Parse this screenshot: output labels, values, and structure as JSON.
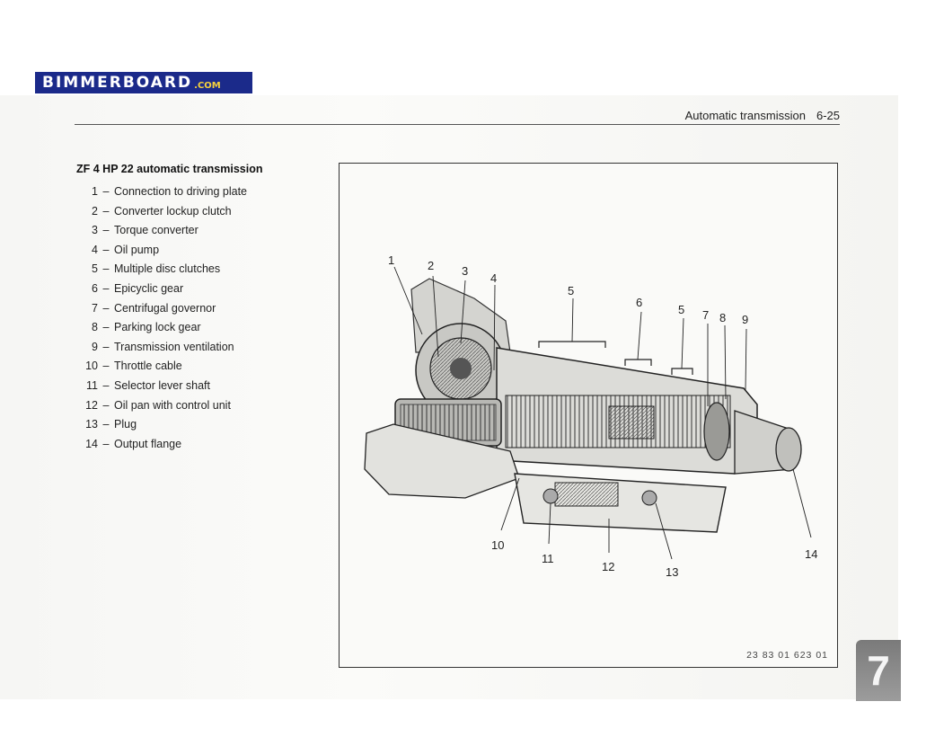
{
  "logo": {
    "main": "BIMMERBOARD",
    "tld": ".COM"
  },
  "running_head": {
    "section": "Automatic transmission",
    "page": "6-25"
  },
  "legend": {
    "title": "ZF 4 HP 22 automatic transmission",
    "items": [
      {
        "num": "1",
        "label": "Connection to driving plate"
      },
      {
        "num": "2",
        "label": "Converter lockup clutch"
      },
      {
        "num": "3",
        "label": "Torque converter"
      },
      {
        "num": "4",
        "label": "Oil pump"
      },
      {
        "num": "5",
        "label": "Multiple disc clutches"
      },
      {
        "num": "6",
        "label": "Epicyclic gear"
      },
      {
        "num": "7",
        "label": "Centrifugal governor"
      },
      {
        "num": "8",
        "label": "Parking lock gear"
      },
      {
        "num": "9",
        "label": "Transmission ventilation"
      },
      {
        "num": "10",
        "label": "Throttle cable"
      },
      {
        "num": "11",
        "label": "Selector lever shaft"
      },
      {
        "num": "12",
        "label": "Oil pan with control unit"
      },
      {
        "num": "13",
        "label": "Plug"
      },
      {
        "num": "14",
        "label": "Output flange"
      }
    ]
  },
  "figure": {
    "callouts": [
      "1",
      "2",
      "3",
      "4",
      "5",
      "6",
      "5",
      "7",
      "8",
      "9",
      "10",
      "11",
      "12",
      "13",
      "14"
    ],
    "reference": "23 83 01 623 01"
  },
  "chapter_tab": "7",
  "colors": {
    "logo_bg": "#1b2a8a",
    "logo_accent": "#f7d23c",
    "tab": "#8a8a8a"
  }
}
